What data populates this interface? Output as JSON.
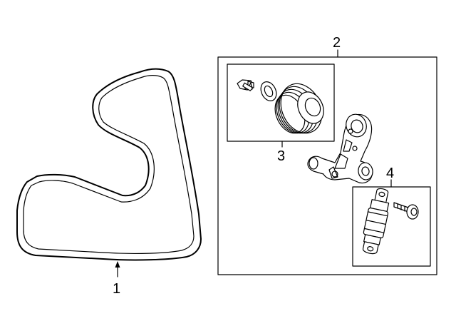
{
  "callouts": {
    "belt": "1",
    "tensioner_assembly": "2",
    "idler_pulley": "3",
    "damper": "4"
  }
}
